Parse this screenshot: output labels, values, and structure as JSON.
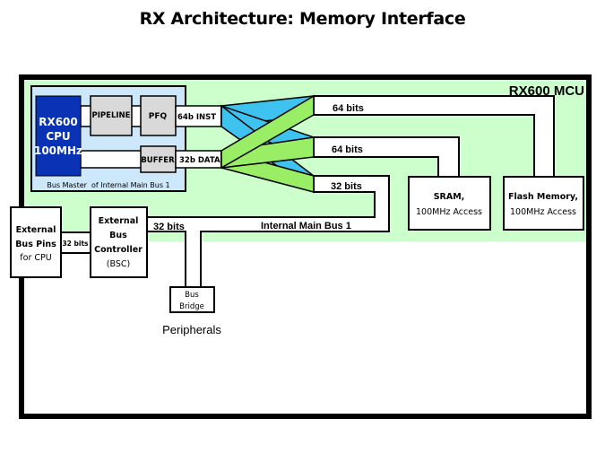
{
  "title": "RX Architecture: Memory Interface",
  "mcu_label": "RX600 MCU",
  "cpu": {
    "line1": "RX600",
    "line2": "CPU",
    "line3": "100MHz"
  },
  "pipeline_label": "PIPELINE",
  "pfq_label": "PFQ",
  "buffer_label": "BUFFER",
  "inst_bus_label": "64b INST",
  "data_bus_label": "32b DATA",
  "bus_master_caption": "Bus Master  of Internal Main Bus 1",
  "buses": {
    "flash_bus_label": "64 bits",
    "sram_bus_label": "64 bits",
    "internal_bus_width_label": "32 bits",
    "internal_main_bus_label": "Internal Main Bus 1",
    "bsc_bus_label": "32 bits",
    "pins_bus_label": "32 bits"
  },
  "sram": {
    "line1": "SRAM,",
    "line2": "100MHz Access"
  },
  "flash": {
    "line1": "Flash Memory,",
    "line2": "100MHz Access"
  },
  "ext_pins": {
    "line1": "External",
    "line2": "Bus Pins",
    "line3": "for CPU"
  },
  "bsc": {
    "line1": "External",
    "line2": "Bus",
    "line3": "Controller",
    "line4": "(BSC)"
  },
  "bus_bridge": {
    "line1": "Bus",
    "line2": "Bridge"
  },
  "peripherals_label": "Peripherals",
  "colors": {
    "mcu_region": "#ccffcc",
    "bus_master_region": "#cce8fa",
    "cpu": "#0a32b4",
    "unit_box": "#d9d9d9",
    "crossbar_inst": "#3ec3f0",
    "crossbar_data": "#99ee66"
  }
}
